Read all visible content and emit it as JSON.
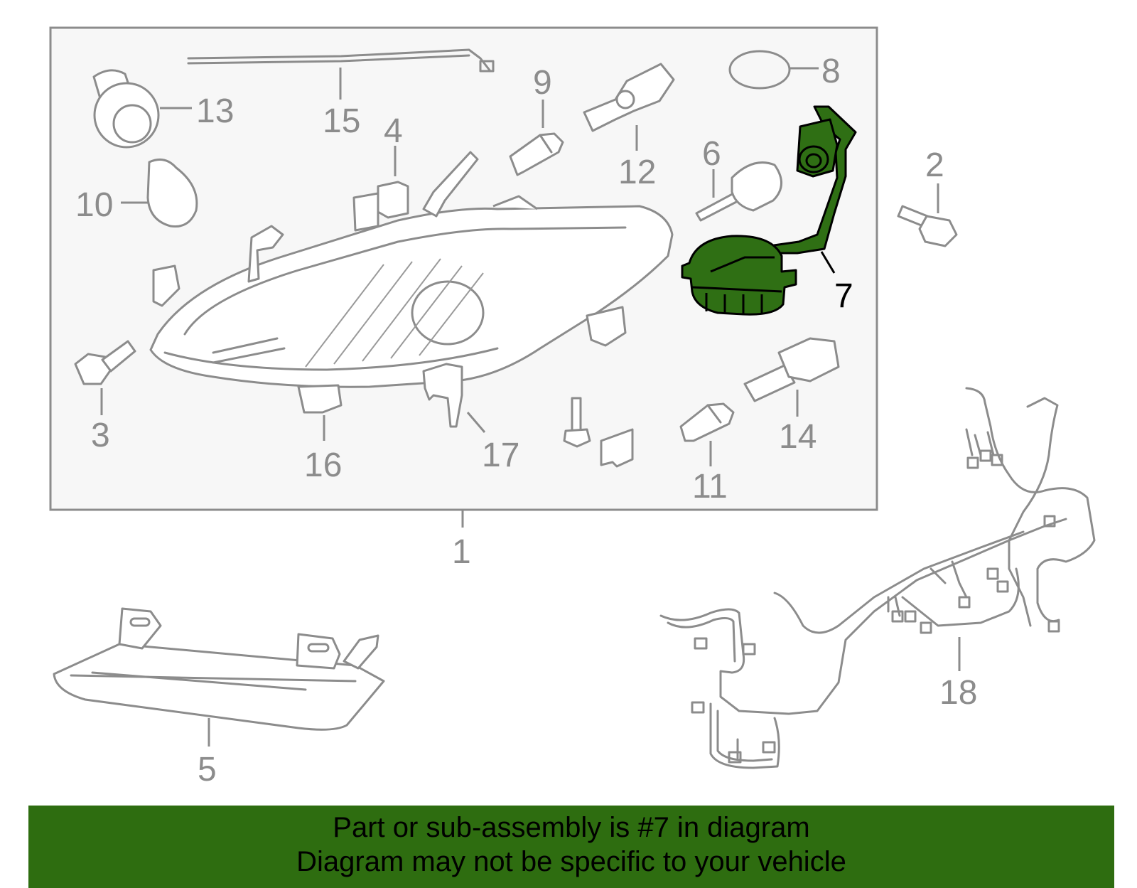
{
  "callouts": {
    "c1": "1",
    "c2": "2",
    "c3": "3",
    "c4": "4",
    "c5": "5",
    "c6": "6",
    "c7": "7",
    "c8": "8",
    "c9": "9",
    "c10": "10",
    "c11": "11",
    "c12": "12",
    "c13": "13",
    "c14": "14",
    "c15": "15",
    "c16": "16",
    "c17": "17",
    "c18": "18"
  },
  "highlighted_part": "7",
  "banner": {
    "line1": "Part or sub-assembly is #7 in diagram",
    "line2": "Diagram may not be specific to your vehicle"
  },
  "colors": {
    "highlight": "#2f6f14",
    "banner_bg": "#2e6d10",
    "part_stroke": "#8c8c8c",
    "inset_bg": "#f7f7f7"
  }
}
